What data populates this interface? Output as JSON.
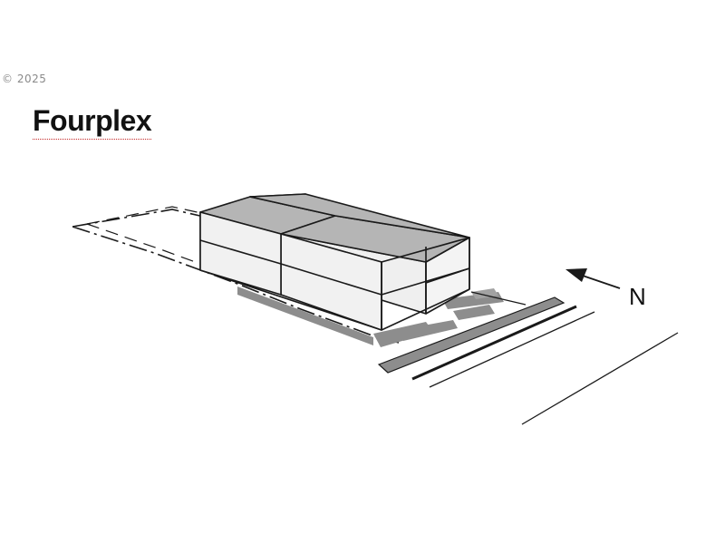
{
  "copyright": "© 2025",
  "title": "Fourplex",
  "north_label": "N",
  "colors": {
    "roof": "#b5b5b5",
    "wall": "#efefef",
    "paving": "#8d8d8d",
    "line": "#1a1a1a"
  }
}
